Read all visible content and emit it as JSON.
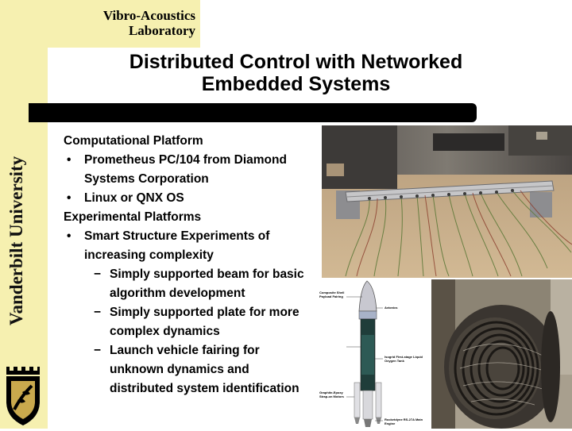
{
  "header": {
    "lab_line1": "Vibro-Acoustics",
    "lab_line2": "Laboratory"
  },
  "sidebar": {
    "university": "Vanderbilt University"
  },
  "slide": {
    "title_line1": "Distributed Control with Networked",
    "title_line2": "Embedded Systems"
  },
  "content": {
    "heading1": "Computational Platform",
    "bullet_marker": "•",
    "dash_marker": "−",
    "items1": [
      "Prometheus PC/104 from Diamond Systems Corporation",
      "Linux or QNX OS"
    ],
    "heading2": "Experimental Platforms",
    "item2": "Smart Structure Experiments of increasing complexity",
    "subitems": [
      "Simply supported beam for basic algorithm development",
      "Simply supported plate for more complex dynamics",
      "Launch vehicle fairing for unknown dynamics and distributed system identification"
    ]
  },
  "diagram": {
    "labels": [
      "Composite Shell Payload Fairing",
      "Avionics",
      "Isogrid First-stage Liquid Oxygen Tank",
      "Graphite-Epoxy Strap-on Motors",
      "Rocketdyne RS-27A Main Engine"
    ]
  },
  "colors": {
    "sidebar_bg": "#f6f0b0",
    "bar": "#000000"
  }
}
